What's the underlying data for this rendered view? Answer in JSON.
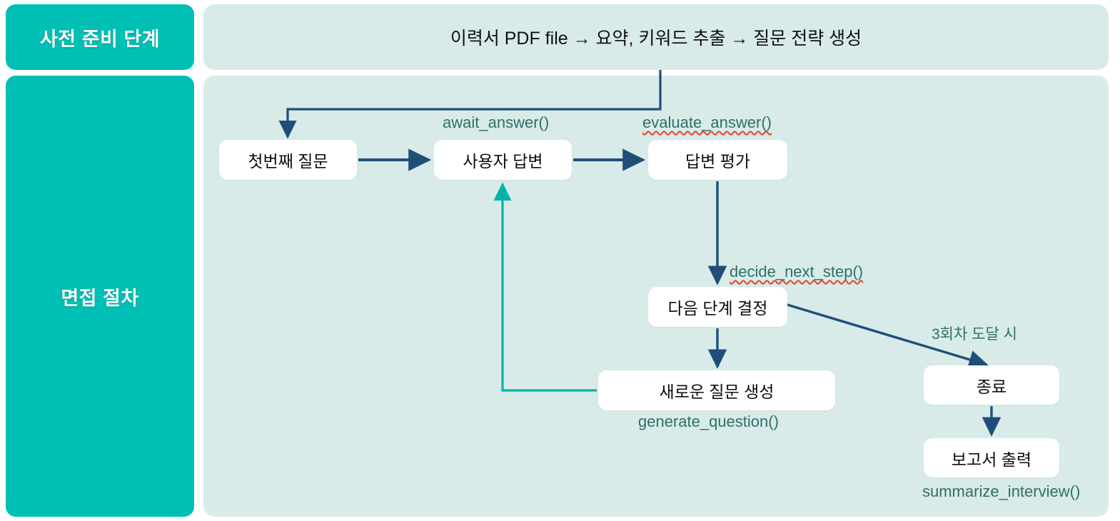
{
  "colors": {
    "stage_pill_bg": "#00bfb4",
    "panel_bg": "#d8ebe8",
    "node_bg": "#ffffff",
    "arrow_navy": "#1f4e79",
    "arrow_teal": "#00b3aa",
    "caption_text": "#2f6f6b",
    "node_text": "#0d0d0d",
    "spellcheck_underline": "#e24a3c"
  },
  "stages": [
    {
      "id": "prep",
      "label": "사전 준비 단계"
    },
    {
      "id": "interview",
      "label": "면접 절차"
    }
  ],
  "prep": {
    "flow_text": "이력서 PDF file → 요약, 키워드 추출 → 질문 전략 생성"
  },
  "nodes": {
    "first_question": "첫번째 질문",
    "user_answer": "사용자 답변",
    "evaluate_answer": "답변 평가",
    "decide_next": "다음 단계 결정",
    "new_question": "새로운 질문 생성",
    "end": "종료",
    "report": "보고서 출력"
  },
  "captions": {
    "await_answer": "await_answer()",
    "evaluate_answer": "evaluate_answer()",
    "decide_next_step": "decide_next_step()",
    "generate_question": "generate_question()",
    "summarize_interview": "summarize_interview()"
  },
  "edge_labels": {
    "third_round": "3회차 도달 시"
  },
  "icons": {
    "arrow_head": "arrow-head-icon"
  }
}
